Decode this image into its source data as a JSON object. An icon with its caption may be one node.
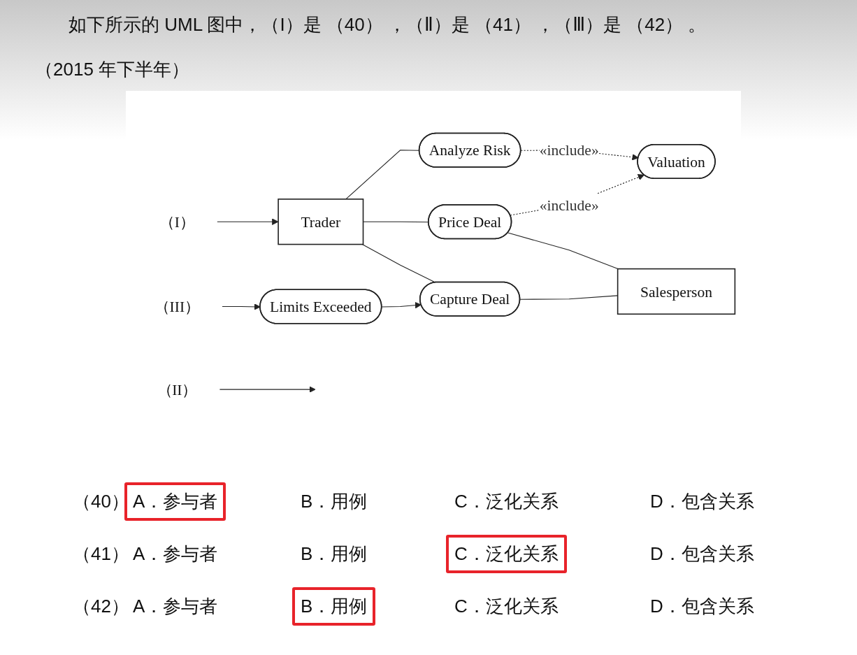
{
  "diagram": {
    "title": "如下所示的 UML 图中，（I）是 （40） ，（Ⅱ）是 （41） ，（Ⅲ）是 （42） 。",
    "nodes": [
      {
        "text": [
          "Analyze Risk"
        ]
      },
      {
        "text": [
          "Valuation"
        ]
      },
      {
        "text": [
          "Trader"
        ]
      },
      {
        "text": [
          "Price Deal"
        ]
      },
      {
        "text": [
          "Salesperson"
        ]
      },
      {
        "text": [
          "Capture Deal"
        ]
      },
      {
        "text": [
          "（I）"
        ]
      },
      {
        "text": [
          "（II）"
        ]
      },
      {
        "text": [
          "Limits Exceeded"
        ]
      },
      {
        "text": [
          "（III）"
        ]
      }
    ],
    "edges": [
      {
        "from": 2,
        "to": 0,
        "arrow": "none"
      },
      {
        "from": 2,
        "to": 3,
        "arrow": "none"
      },
      {
        "from": 2,
        "to": 5,
        "arrow": "none"
      },
      {
        "from": 0,
        "to": 1,
        "arrow": "to",
        "label": "«include»",
        "style": "dashed"
      },
      {
        "from": 3,
        "to": 1,
        "arrow": "to",
        "label": "«include»",
        "style": "dashed"
      },
      {
        "from": 3,
        "to": 4,
        "arrow": "none"
      },
      {
        "from": 5,
        "to": 4,
        "arrow": "none"
      },
      {
        "from": 8,
        "to": 5,
        "arrow": "to"
      },
      {
        "from": 6,
        "to": 2,
        "arrow": "to"
      },
      {
        "from": 7,
        "to": null,
        "arrow": "to"
      },
      {
        "from": 9,
        "to": 8,
        "arrow": "to"
      }
    ],
    "labels": [
      "（2015 年下半年）",
      "（40）",
      "A．参与者",
      "B．用例",
      "C．泛化关系",
      "D．包含关系",
      "（41）",
      "A．参与者",
      "B．用例",
      "C．泛化关系",
      "D．包含关系",
      "（42）",
      "A．参与者",
      "B．用例",
      "C．泛化关系",
      "D．包含关系"
    ]
  }
}
